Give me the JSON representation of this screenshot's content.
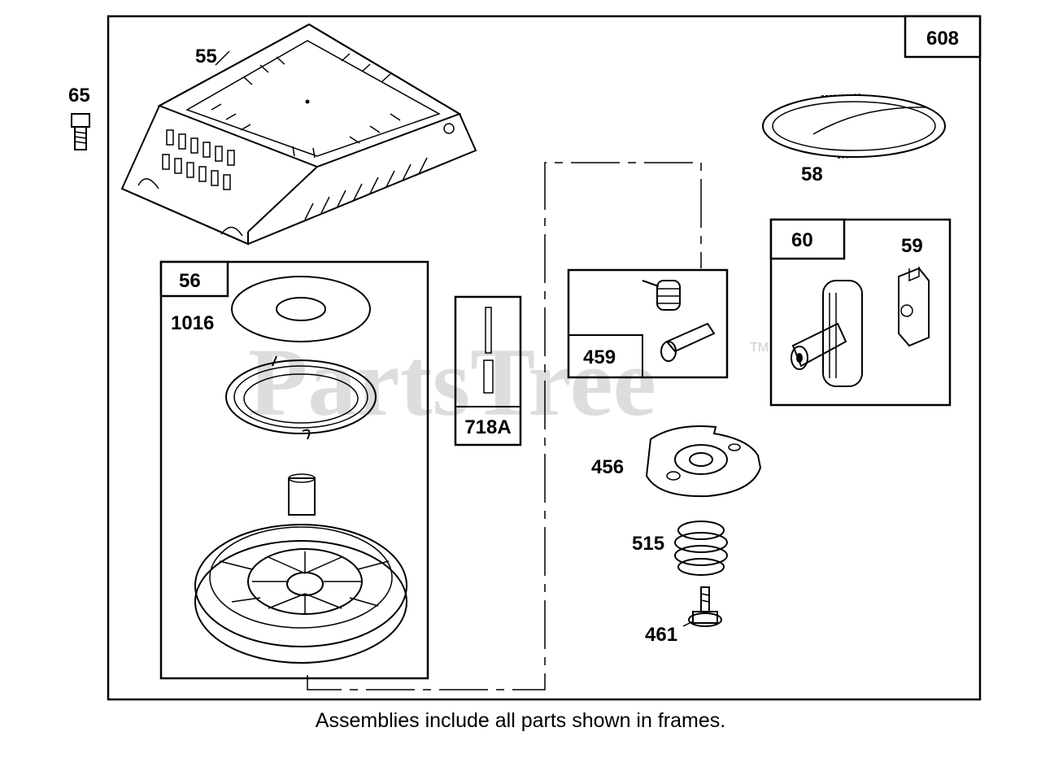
{
  "callouts": {
    "c608": "608",
    "c65": "65",
    "c55": "55",
    "c58": "58",
    "c56": "56",
    "c1016": "1016",
    "c718a": "718A",
    "c459": "459",
    "c60": "60",
    "c59": "59",
    "c456": "456",
    "c515": "515",
    "c461": "461"
  },
  "watermark": {
    "text": "PartsTree",
    "tm": "TM"
  },
  "caption": "Assemblies include all parts shown in frames."
}
